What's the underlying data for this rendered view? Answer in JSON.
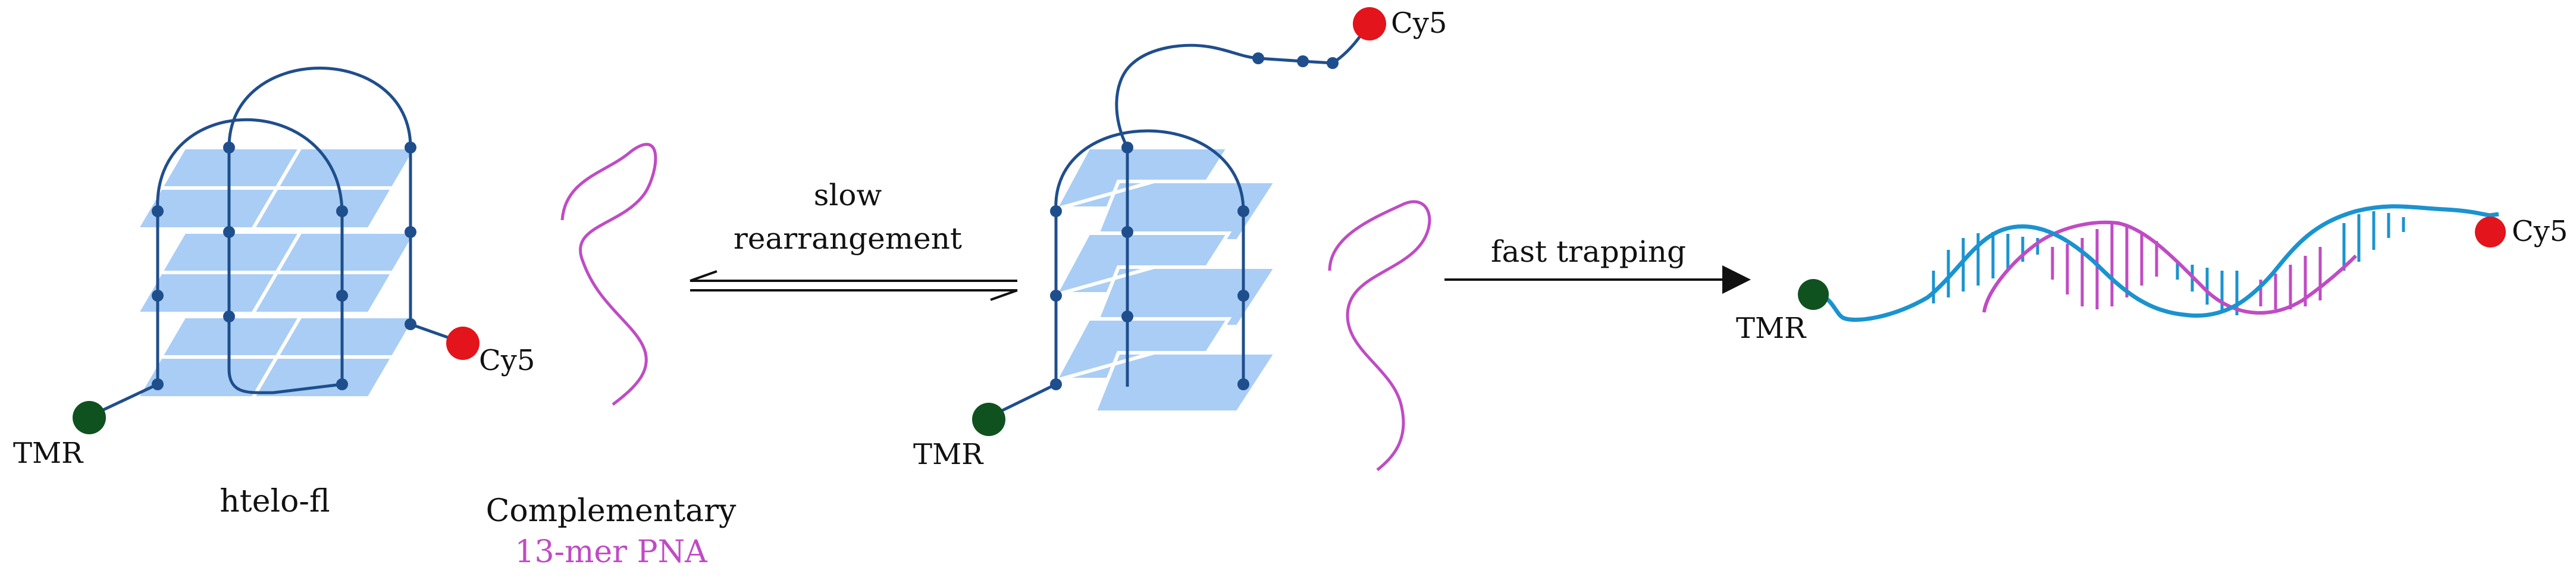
{
  "labels": {
    "tmr_left": "TMR",
    "cy5_left": "Cy5",
    "structure_name": "htelo-fl",
    "complementary": "Complementary",
    "pna": "13-mer PNA",
    "slow": "slow",
    "rearrangement": "rearrangement",
    "tmr_middle": "TMR",
    "cy5_middle": "Cy5",
    "fast_trapping": "fast trapping",
    "tmr_right": "TMR",
    "cy5_right": "Cy5"
  },
  "colors": {
    "strand": "#1f4e8c",
    "tetrad": "#a9cdf5",
    "tmr_dot": "#0f5220",
    "cy5_dot": "#e3141b",
    "pna": "#c04bc4",
    "duplex_dna": "#1a93cf",
    "text": "#111111"
  }
}
